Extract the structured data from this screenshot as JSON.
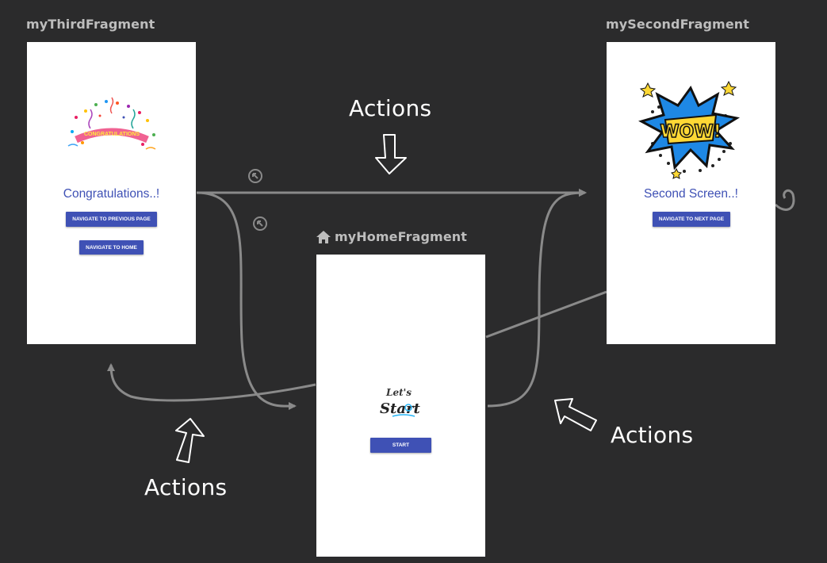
{
  "fragments": {
    "third": {
      "label": "myThirdFragment",
      "title": "Congratulations..!",
      "image_text": "CONGRATULATIONS",
      "buttons": [
        "NAVIGATE TO PREVIOUS PAGE",
        "NAVIGATE TO HOME"
      ]
    },
    "second": {
      "label": "mySecondFragment",
      "title": "Second Screen..!",
      "image_text": "WOW!",
      "buttons": [
        "NAVIGATE TO NEXT PAGE"
      ]
    },
    "home": {
      "label": "myHomeFragment",
      "image_text_top": "Let's",
      "image_text_bottom": "Start",
      "buttons": [
        "START"
      ]
    }
  },
  "annotations": [
    "Actions",
    "Actions",
    "Actions"
  ],
  "colors": {
    "background": "#2b2b2c",
    "screen": "#ffffff",
    "button": "#3f51b5",
    "connector": "#8a8a8a",
    "label": "#bdbdbd",
    "annotation": "#ffffff"
  },
  "icons": [
    "home-icon",
    "hand-drawn-arrow-icon",
    "action-pop-icon",
    "confetti-image",
    "wow-comic-image",
    "lets-start-logo"
  ]
}
